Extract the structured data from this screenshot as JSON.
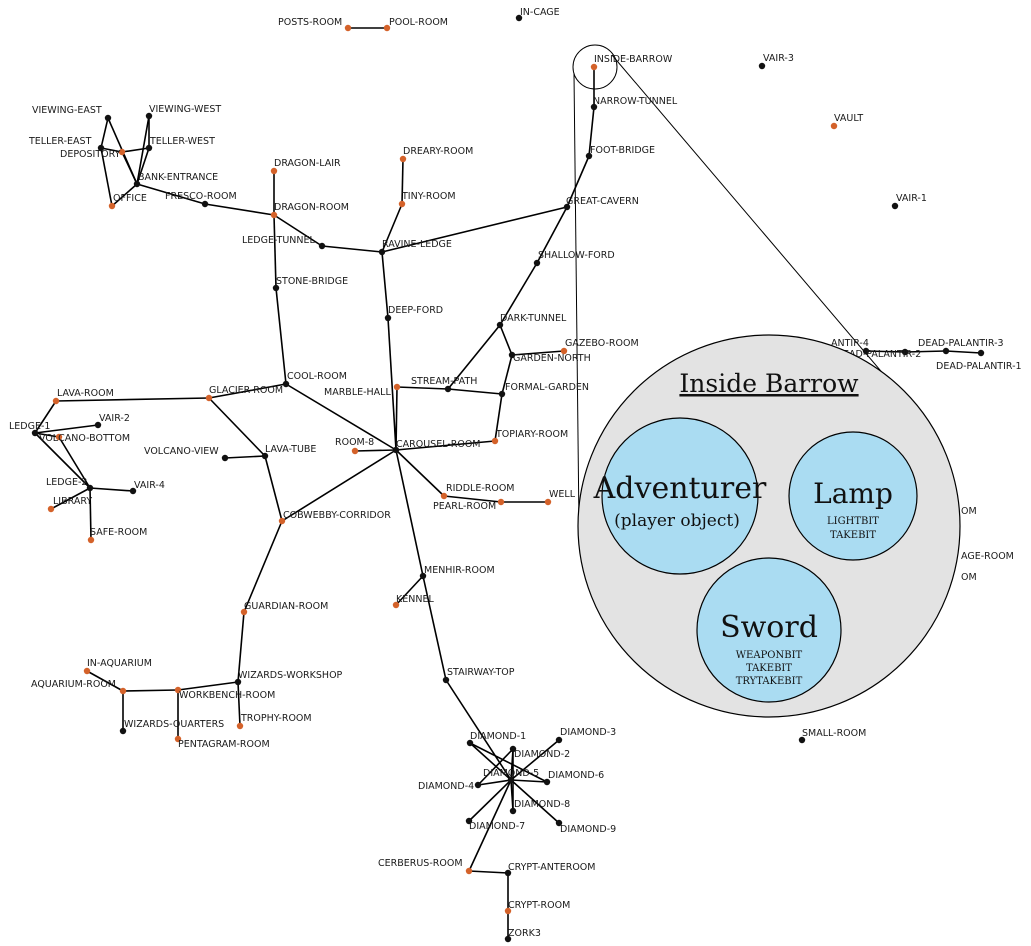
{
  "colors": {
    "visited": "#d4622a",
    "unvisited": "#111111",
    "edge": "#000000",
    "zoom_fill": "#e3e3e3",
    "object_fill": "#aadcf2"
  },
  "rooms": [
    {
      "id": "posts-room",
      "label": "POSTS-ROOM",
      "status": "visited"
    },
    {
      "id": "pool-room",
      "label": "POOL-ROOM",
      "status": "visited"
    },
    {
      "id": "in-cage",
      "label": "IN-CAGE",
      "status": "unvisited"
    },
    {
      "id": "inside-barrow",
      "label": "INSIDE-BARROW",
      "status": "visited"
    },
    {
      "id": "vair-3",
      "label": "VAIR-3",
      "status": "unvisited"
    },
    {
      "id": "narrow-tunnel",
      "label": "NARROW-TUNNEL",
      "status": "unvisited"
    },
    {
      "id": "vault",
      "label": "VAULT",
      "status": "visited"
    },
    {
      "id": "foot-bridge",
      "label": "FOOT-BRIDGE",
      "status": "unvisited"
    },
    {
      "id": "great-cavern",
      "label": "GREAT-CAVERN",
      "status": "unvisited"
    },
    {
      "id": "vair-1",
      "label": "VAIR-1",
      "status": "unvisited"
    },
    {
      "id": "viewing-east",
      "label": "VIEWING-EAST",
      "status": "unvisited"
    },
    {
      "id": "viewing-west",
      "label": "VIEWING-WEST",
      "status": "unvisited"
    },
    {
      "id": "teller-east",
      "label": "TELLER-EAST",
      "status": "unvisited"
    },
    {
      "id": "teller-west",
      "label": "TELLER-WEST",
      "status": "unvisited"
    },
    {
      "id": "depository",
      "label": "DEPOSITORY",
      "status": "visited"
    },
    {
      "id": "bank-entrance",
      "label": "BANK-ENTRANCE",
      "status": "unvisited"
    },
    {
      "id": "office",
      "label": "OFFICE",
      "status": "visited"
    },
    {
      "id": "fresco-room",
      "label": "FRESCO-ROOM",
      "status": "unvisited"
    },
    {
      "id": "dragon-lair",
      "label": "DRAGON-LAIR",
      "status": "visited"
    },
    {
      "id": "dragon-room",
      "label": "DRAGON-ROOM",
      "status": "visited"
    },
    {
      "id": "dreary-room",
      "label": "DREARY-ROOM",
      "status": "visited"
    },
    {
      "id": "tiny-room",
      "label": "TINY-ROOM",
      "status": "visited"
    },
    {
      "id": "ledge-tunnel",
      "label": "LEDGE-TUNNEL",
      "status": "unvisited"
    },
    {
      "id": "ravine-ledge",
      "label": "RAVINE-LEDGE",
      "status": "unvisited"
    },
    {
      "id": "shallow-ford",
      "label": "SHALLOW-FORD",
      "status": "unvisited"
    },
    {
      "id": "stone-bridge",
      "label": "STONE-BRIDGE",
      "status": "unvisited"
    },
    {
      "id": "deep-ford",
      "label": "DEEP-FORD",
      "status": "unvisited"
    },
    {
      "id": "dark-tunnel",
      "label": "DARK-TUNNEL",
      "status": "unvisited"
    },
    {
      "id": "gazebo-room",
      "label": "GAZEBO-ROOM",
      "status": "visited"
    },
    {
      "id": "garden-north",
      "label": "GARDEN-NORTH",
      "status": "unvisited"
    },
    {
      "id": "cool-room",
      "label": "COOL-ROOM",
      "status": "unvisited"
    },
    {
      "id": "lava-room",
      "label": "LAVA-ROOM",
      "status": "visited"
    },
    {
      "id": "glacier-room",
      "label": "GLACIER-ROOM",
      "status": "visited"
    },
    {
      "id": "stream-path",
      "label": "STREAM-PATH",
      "status": "unvisited"
    },
    {
      "id": "marble-hall",
      "label": "MARBLE-HALL",
      "status": "visited"
    },
    {
      "id": "formal-garden",
      "label": "FORMAL-GARDEN",
      "status": "unvisited"
    },
    {
      "id": "topiary-room",
      "label": "TOPIARY-ROOM",
      "status": "visited"
    },
    {
      "id": "ledge-1",
      "label": "LEDGE-1",
      "status": "unvisited"
    },
    {
      "id": "vair-2",
      "label": "VAIR-2",
      "status": "unvisited"
    },
    {
      "id": "volcano-bottom",
      "label": "VOLCANO-BOTTOM",
      "status": "visited"
    },
    {
      "id": "ledge-2",
      "label": "LEDGE-2",
      "status": "unvisited"
    },
    {
      "id": "vair-4",
      "label": "VAIR-4",
      "status": "unvisited"
    },
    {
      "id": "library",
      "label": "LIBRARY",
      "status": "visited"
    },
    {
      "id": "safe-room",
      "label": "SAFE-ROOM",
      "status": "visited"
    },
    {
      "id": "volcano-view",
      "label": "VOLCANO-VIEW",
      "status": "unvisited"
    },
    {
      "id": "lava-tube",
      "label": "LAVA-TUBE",
      "status": "unvisited"
    },
    {
      "id": "room-8",
      "label": "ROOM-8",
      "status": "visited"
    },
    {
      "id": "carousel-room",
      "label": "CAROUSEL-ROOM",
      "status": "unvisited"
    },
    {
      "id": "riddle-room",
      "label": "RIDDLE-ROOM",
      "status": "visited"
    },
    {
      "id": "pearl-room",
      "label": "PEARL-ROOM",
      "status": "visited"
    },
    {
      "id": "well",
      "label": "WELL",
      "status": "visited"
    },
    {
      "id": "cobwebby-corridor",
      "label": "COBWEBBY-CORRIDOR",
      "status": "visited"
    },
    {
      "id": "menhir-room",
      "label": "MENHIR-ROOM",
      "status": "unvisited"
    },
    {
      "id": "kennel",
      "label": "KENNEL",
      "status": "visited"
    },
    {
      "id": "guardian-room",
      "label": "GUARDIAN-ROOM",
      "status": "visited"
    },
    {
      "id": "in-aquarium",
      "label": "IN-AQUARIUM",
      "status": "visited"
    },
    {
      "id": "wizards-workshop",
      "label": "WIZARDS-WORKSHOP",
      "status": "unvisited"
    },
    {
      "id": "aquarium-room",
      "label": "AQUARIUM-ROOM",
      "status": "visited"
    },
    {
      "id": "workbench-room",
      "label": "WORKBENCH-ROOM",
      "status": "visited"
    },
    {
      "id": "stairway-top",
      "label": "STAIRWAY-TOP",
      "status": "unvisited"
    },
    {
      "id": "wizards-quarters",
      "label": "WIZARDS-QUARTERS",
      "status": "unvisited"
    },
    {
      "id": "trophy-room",
      "label": "TROPHY-ROOM",
      "status": "visited"
    },
    {
      "id": "pentagram-room",
      "label": "PENTAGRAM-ROOM",
      "status": "visited"
    },
    {
      "id": "small-room",
      "label": "SMALL-ROOM",
      "status": "unvisited"
    },
    {
      "id": "diamond-1",
      "label": "DIAMOND-1",
      "status": "unvisited"
    },
    {
      "id": "diamond-3",
      "label": "DIAMOND-3",
      "status": "unvisited"
    },
    {
      "id": "diamond-2",
      "label": "DIAMOND-2",
      "status": "unvisited"
    },
    {
      "id": "diamond-5",
      "label": "DIAMOND-5",
      "status": "unvisited"
    },
    {
      "id": "diamond-6",
      "label": "DIAMOND-6",
      "status": "unvisited"
    },
    {
      "id": "diamond-4",
      "label": "DIAMOND-4",
      "status": "unvisited"
    },
    {
      "id": "diamond-8",
      "label": "DIAMOND-8",
      "status": "unvisited"
    },
    {
      "id": "diamond-7",
      "label": "DIAMOND-7",
      "status": "unvisited"
    },
    {
      "id": "diamond-9",
      "label": "DIAMOND-9",
      "status": "unvisited"
    },
    {
      "id": "cerberus-room",
      "label": "CERBERUS-ROOM",
      "status": "visited"
    },
    {
      "id": "crypt-anteroom",
      "label": "CRYPT-ANTEROOM",
      "status": "unvisited"
    },
    {
      "id": "crypt-room",
      "label": "CRYPT-ROOM",
      "status": "visited"
    },
    {
      "id": "zork3",
      "label": "ZORK3",
      "status": "unvisited"
    },
    {
      "id": "palantir-4",
      "label": "ANTIR-4",
      "status": "unvisited"
    },
    {
      "id": "dead-palantir-2",
      "label": "EAD-PALANTIR-2",
      "status": "unvisited"
    },
    {
      "id": "dead-palantir-3",
      "label": "DEAD-PALANTIR-3",
      "status": "unvisited"
    },
    {
      "id": "dead-palantir-1",
      "label": "DEAD-PALANTIR-1",
      "status": "unvisited"
    }
  ],
  "partial_labels": [
    "OM",
    "AGE-ROOM",
    "OM"
  ],
  "edges": [
    [
      "posts-room",
      "pool-room"
    ],
    [
      "inside-barrow",
      "narrow-tunnel"
    ],
    [
      "narrow-tunnel",
      "foot-bridge"
    ],
    [
      "foot-bridge",
      "great-cavern"
    ],
    [
      "great-cavern",
      "shallow-ford"
    ],
    [
      "shallow-ford",
      "dark-tunnel"
    ],
    [
      "great-cavern",
      "ravine-ledge"
    ],
    [
      "viewing-east",
      "bank-entrance"
    ],
    [
      "viewing-east",
      "teller-east"
    ],
    [
      "viewing-west",
      "teller-west"
    ],
    [
      "viewing-west",
      "bank-entrance"
    ],
    [
      "teller-east",
      "depository"
    ],
    [
      "teller-west",
      "depository"
    ],
    [
      "depository",
      "bank-entrance"
    ],
    [
      "teller-west",
      "bank-entrance"
    ],
    [
      "bank-entrance",
      "office"
    ],
    [
      "teller-east",
      "office"
    ],
    [
      "bank-entrance",
      "fresco-room"
    ],
    [
      "fresco-room",
      "dragon-room"
    ],
    [
      "dragon-lair",
      "dragon-room"
    ],
    [
      "dragon-room",
      "ledge-tunnel"
    ],
    [
      "ledge-tunnel",
      "ravine-ledge"
    ],
    [
      "dreary-room",
      "tiny-room"
    ],
    [
      "tiny-room",
      "ravine-ledge"
    ],
    [
      "ravine-ledge",
      "deep-ford"
    ],
    [
      "deep-ford",
      "carousel-room"
    ],
    [
      "dragon-room",
      "stone-bridge"
    ],
    [
      "stone-bridge",
      "cool-room"
    ],
    [
      "dark-tunnel",
      "garden-north"
    ],
    [
      "garden-north",
      "gazebo-room"
    ],
    [
      "dark-tunnel",
      "stream-path"
    ],
    [
      "garden-north",
      "formal-garden"
    ],
    [
      "formal-garden",
      "topiary-room"
    ],
    [
      "formal-garden",
      "stream-path"
    ],
    [
      "stream-path",
      "marble-hall"
    ],
    [
      "marble-hall",
      "carousel-room"
    ],
    [
      "cool-room",
      "glacier-room"
    ],
    [
      "glacier-room",
      "lava-room"
    ],
    [
      "cool-room",
      "carousel-room"
    ],
    [
      "lava-room",
      "ledge-1"
    ],
    [
      "ledge-1",
      "vair-2"
    ],
    [
      "ledge-1",
      "ledge-2"
    ],
    [
      "volcano-bottom",
      "ledge-2"
    ],
    [
      "ledge-1",
      "volcano-bottom"
    ],
    [
      "ledge-2",
      "vair-4"
    ],
    [
      "ledge-2",
      "library"
    ],
    [
      "ledge-2",
      "safe-room"
    ],
    [
      "glacier-room",
      "lava-tube"
    ],
    [
      "volcano-view",
      "lava-tube"
    ],
    [
      "lava-tube",
      "cobwebby-corridor"
    ],
    [
      "room-8",
      "carousel-room"
    ],
    [
      "carousel-room",
      "topiary-room"
    ],
    [
      "carousel-room",
      "riddle-room"
    ],
    [
      "riddle-room",
      "pearl-room"
    ],
    [
      "pearl-room",
      "well"
    ],
    [
      "carousel-room",
      "cobwebby-corridor"
    ],
    [
      "carousel-room",
      "menhir-room"
    ],
    [
      "menhir-room",
      "kennel"
    ],
    [
      "menhir-room",
      "stairway-top"
    ],
    [
      "cobwebby-corridor",
      "guardian-room"
    ],
    [
      "guardian-room",
      "wizards-workshop"
    ],
    [
      "wizards-workshop",
      "workbench-room"
    ],
    [
      "wizards-workshop",
      "trophy-room"
    ],
    [
      "workbench-room",
      "aquarium-room"
    ],
    [
      "aquarium-room",
      "in-aquarium"
    ],
    [
      "aquarium-room",
      "wizards-quarters"
    ],
    [
      "workbench-room",
      "pentagram-room"
    ],
    [
      "stairway-top",
      "diamond-5"
    ],
    [
      "diamond-1",
      "diamond-5"
    ],
    [
      "diamond-3",
      "diamond-5"
    ],
    [
      "diamond-2",
      "diamond-5"
    ],
    [
      "diamond-6",
      "diamond-5"
    ],
    [
      "diamond-4",
      "diamond-5"
    ],
    [
      "diamond-8",
      "diamond-5"
    ],
    [
      "diamond-7",
      "diamond-5"
    ],
    [
      "diamond-9",
      "diamond-5"
    ],
    [
      "diamond-1",
      "diamond-6"
    ],
    [
      "diamond-2",
      "diamond-4"
    ],
    [
      "diamond-2",
      "diamond-8"
    ],
    [
      "diamond-5",
      "cerberus-room"
    ],
    [
      "cerberus-room",
      "crypt-anteroom"
    ],
    [
      "crypt-anteroom",
      "crypt-room"
    ],
    [
      "crypt-room",
      "zork3"
    ],
    [
      "palantir-4",
      "dead-palantir-2"
    ],
    [
      "dead-palantir-2",
      "dead-palantir-3"
    ],
    [
      "dead-palantir-3",
      "dead-palantir-1"
    ]
  ],
  "zoom": {
    "title": "Inside Barrow",
    "objects": [
      {
        "id": "adventurer",
        "name": "Adventurer",
        "sub": "(player object)",
        "flags": []
      },
      {
        "id": "lamp",
        "name": "Lamp",
        "sub": "",
        "flags": [
          "LIGHTBIT",
          "TAKEBIT"
        ]
      },
      {
        "id": "sword",
        "name": "Sword",
        "sub": "",
        "flags": [
          "WEAPONBIT",
          "TAKEBIT",
          "TRYTAKEBIT"
        ]
      }
    ]
  }
}
